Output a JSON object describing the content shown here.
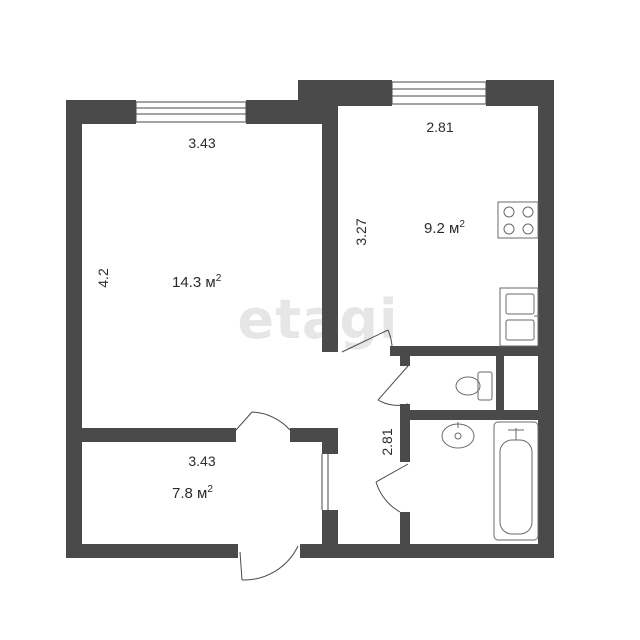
{
  "watermark": "etagi",
  "rooms": {
    "living": {
      "area": "14.3 м",
      "area_sup": "2",
      "width": "3.43",
      "height": "4.2"
    },
    "kitchen": {
      "area": "9.2 м",
      "area_sup": "2",
      "width": "2.81",
      "height": "3.27"
    },
    "hall": {
      "area": "7.8 м",
      "area_sup": "2",
      "width": "3.43"
    },
    "corridor": {
      "length": "2.81"
    }
  },
  "colors": {
    "wall": "#4a4a4a",
    "fixture": "#6a6a6a"
  }
}
